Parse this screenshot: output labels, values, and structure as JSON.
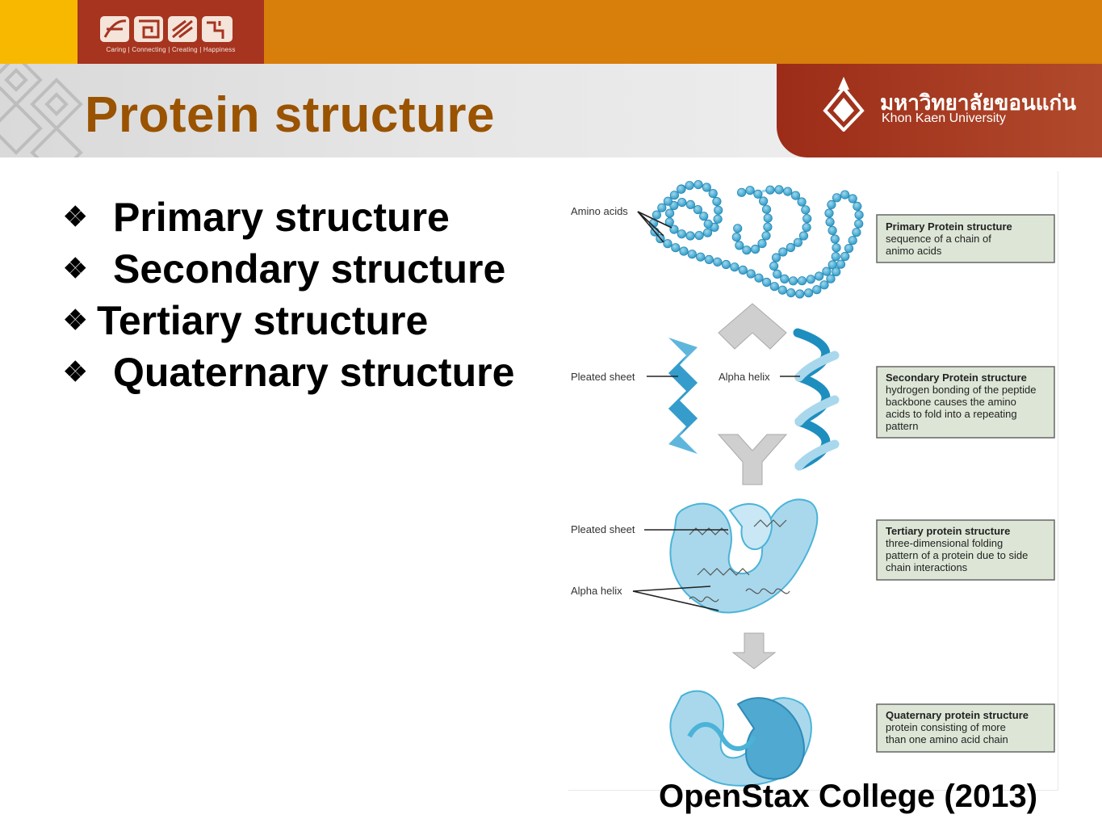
{
  "header": {
    "tagline": "Caring | Connecting | Creating | Happiness",
    "university_thai": "มหาวิทยาลัยขอนแก่น",
    "university_en": "Khon Kaen University",
    "colors": {
      "top_bar": "#D87E0A",
      "accent_yellow": "#F9B800",
      "logo_red": "#A6341F",
      "title_brown": "#9A5300"
    }
  },
  "slide": {
    "title": "Protein structure",
    "bullets": [
      {
        "mark": "❖",
        "text": "Primary structure"
      },
      {
        "mark": "❖",
        "text": "Secondary structure"
      },
      {
        "mark": "❖",
        "text": "Tertiary structure"
      },
      {
        "mark": "❖",
        "text": "Quaternary structure"
      }
    ]
  },
  "figure": {
    "labels": {
      "amino_acids": "Amino acids",
      "pleated_sheet_1": "Pleated sheet",
      "alpha_helix_1": "Alpha helix",
      "pleated_sheet_2": "Pleated sheet",
      "alpha_helix_2": "Alpha helix"
    },
    "boxes": [
      {
        "title": "Primary Protein structure",
        "lines": [
          "sequence of a chain of",
          "animo acids"
        ]
      },
      {
        "title": "Secondary Protein structure",
        "lines": [
          "hydrogen bonding of the peptide",
          "backbone causes the amino",
          "acids to fold into a repeating",
          "pattern"
        ]
      },
      {
        "title": "Tertiary protein structure",
        "lines": [
          "three-dimensional folding",
          "pattern of a protein due to side",
          "chain interactions"
        ]
      },
      {
        "title": "Quaternary protein structure",
        "lines": [
          "protein consisting of more",
          "than one amino acid chain"
        ]
      }
    ],
    "colors": {
      "bead": "#4BB3D8",
      "helix_dark": "#1E8EBF",
      "helix_light": "#A9D8EC",
      "box_fill": "#DDE6D6",
      "arrow": "#C8C8C8"
    }
  },
  "credit": "OpenStax College (2013)"
}
